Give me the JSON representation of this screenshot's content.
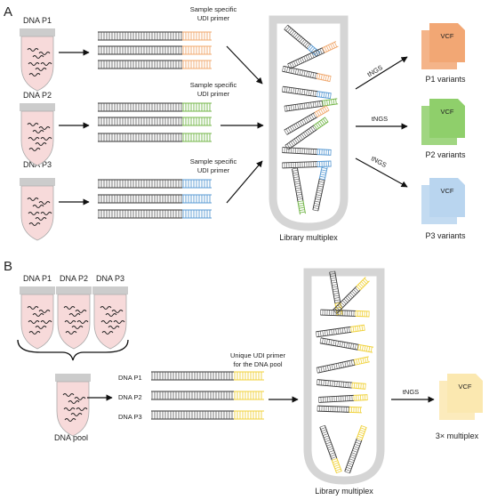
{
  "panel_a": {
    "letter": "A",
    "samples": [
      {
        "label": "DNA P1",
        "barcode_color": "#f0a86e"
      },
      {
        "label": "DNA P2",
        "barcode_color": "#74b64a"
      },
      {
        "label": "DNA P3",
        "barcode_color": "#5b9bd3"
      }
    ],
    "primer_label_line1": "Sample specific",
    "primer_label_line2": "UDI primer",
    "library_label": "Library multiplex",
    "tngs_label": "tNGS",
    "outputs": [
      {
        "file": "VCF",
        "caption": "P1 variants",
        "color": "#f2a774"
      },
      {
        "file": "VCF",
        "caption": "P2 variants",
        "color": "#8fcf6b"
      },
      {
        "file": "VCF",
        "caption": "P3 variants",
        "color": "#b9d5ef"
      }
    ]
  },
  "panel_b": {
    "letter": "B",
    "samples": [
      "DNA P1",
      "DNA P2",
      "DNA P3"
    ],
    "pool_label": "DNA pool",
    "pool_rows": [
      "DNA P1",
      "DNA P2",
      "DNA P3"
    ],
    "primer_label_line1": "Unique UDI primer",
    "primer_label_line2": "for the DNA pool",
    "barcode_color": "#f0d23c",
    "library_label": "Library multiplex",
    "tngs_label": "tNGS",
    "output": {
      "file": "VCF",
      "caption": "3× multiplex",
      "color": "#fbe8b0"
    }
  },
  "colors": {
    "tube_fill": "#f7dada",
    "tube_cap": "#cccccc",
    "dna_line": "#444444",
    "library_tube": "#d5d5d5"
  },
  "icons": [
    "tube-icon",
    "dna-strand-icon",
    "arrow-icon",
    "vcf-file-icon",
    "brace-icon"
  ]
}
